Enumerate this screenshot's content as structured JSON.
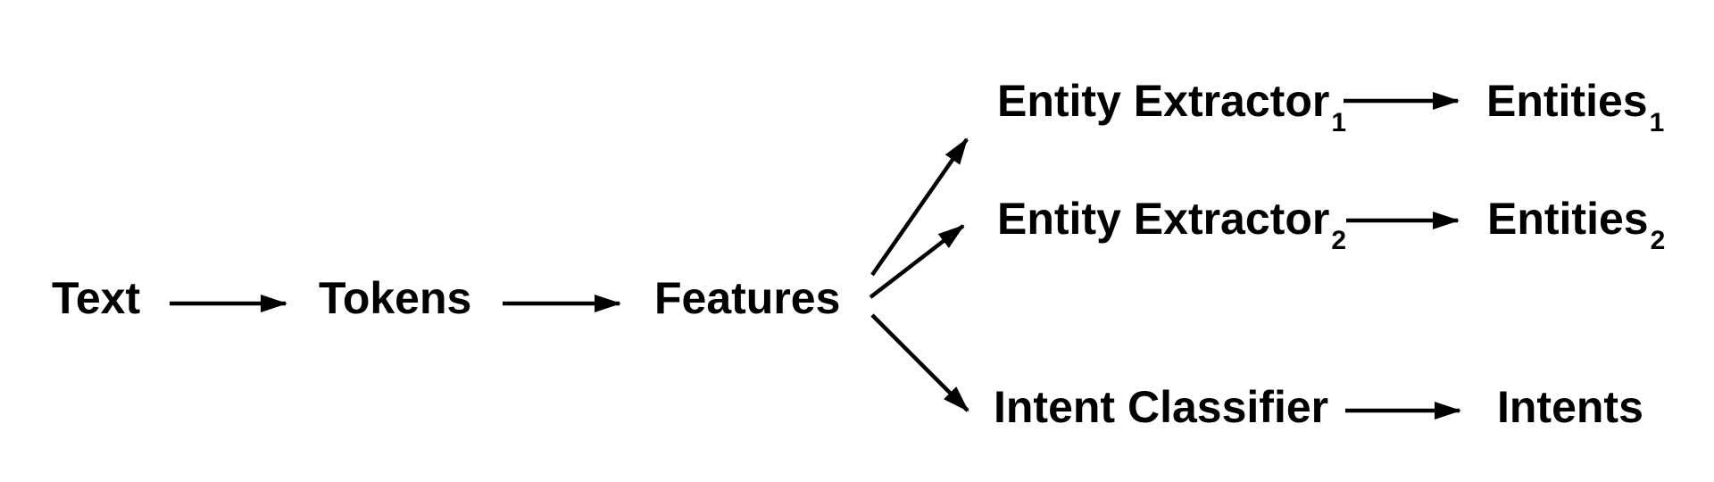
{
  "diagram": {
    "title": "NLP pipeline diagram",
    "background_color": "#ffffff",
    "text_color": "#000000",
    "arrow_color": "#000000",
    "nodes": {
      "text": {
        "label": "Text"
      },
      "tokens": {
        "label": "Tokens"
      },
      "features": {
        "label": "Features"
      },
      "entity_extractor_1": {
        "label": "Entity Extractor",
        "subscript": "1"
      },
      "entity_extractor_2": {
        "label": "Entity Extractor",
        "subscript": "2"
      },
      "intent_classifier": {
        "label": "Intent Classifier"
      },
      "entities_1": {
        "label": "Entities",
        "subscript": "1"
      },
      "entities_2": {
        "label": "Entities",
        "subscript": "2"
      },
      "intents": {
        "label": "Intents"
      }
    },
    "edges": [
      {
        "from": "text",
        "to": "tokens"
      },
      {
        "from": "tokens",
        "to": "features"
      },
      {
        "from": "features",
        "to": "entity_extractor_1"
      },
      {
        "from": "features",
        "to": "entity_extractor_2"
      },
      {
        "from": "features",
        "to": "intent_classifier"
      },
      {
        "from": "entity_extractor_1",
        "to": "entities_1"
      },
      {
        "from": "entity_extractor_2",
        "to": "entities_2"
      },
      {
        "from": "intent_classifier",
        "to": "intents"
      }
    ]
  }
}
